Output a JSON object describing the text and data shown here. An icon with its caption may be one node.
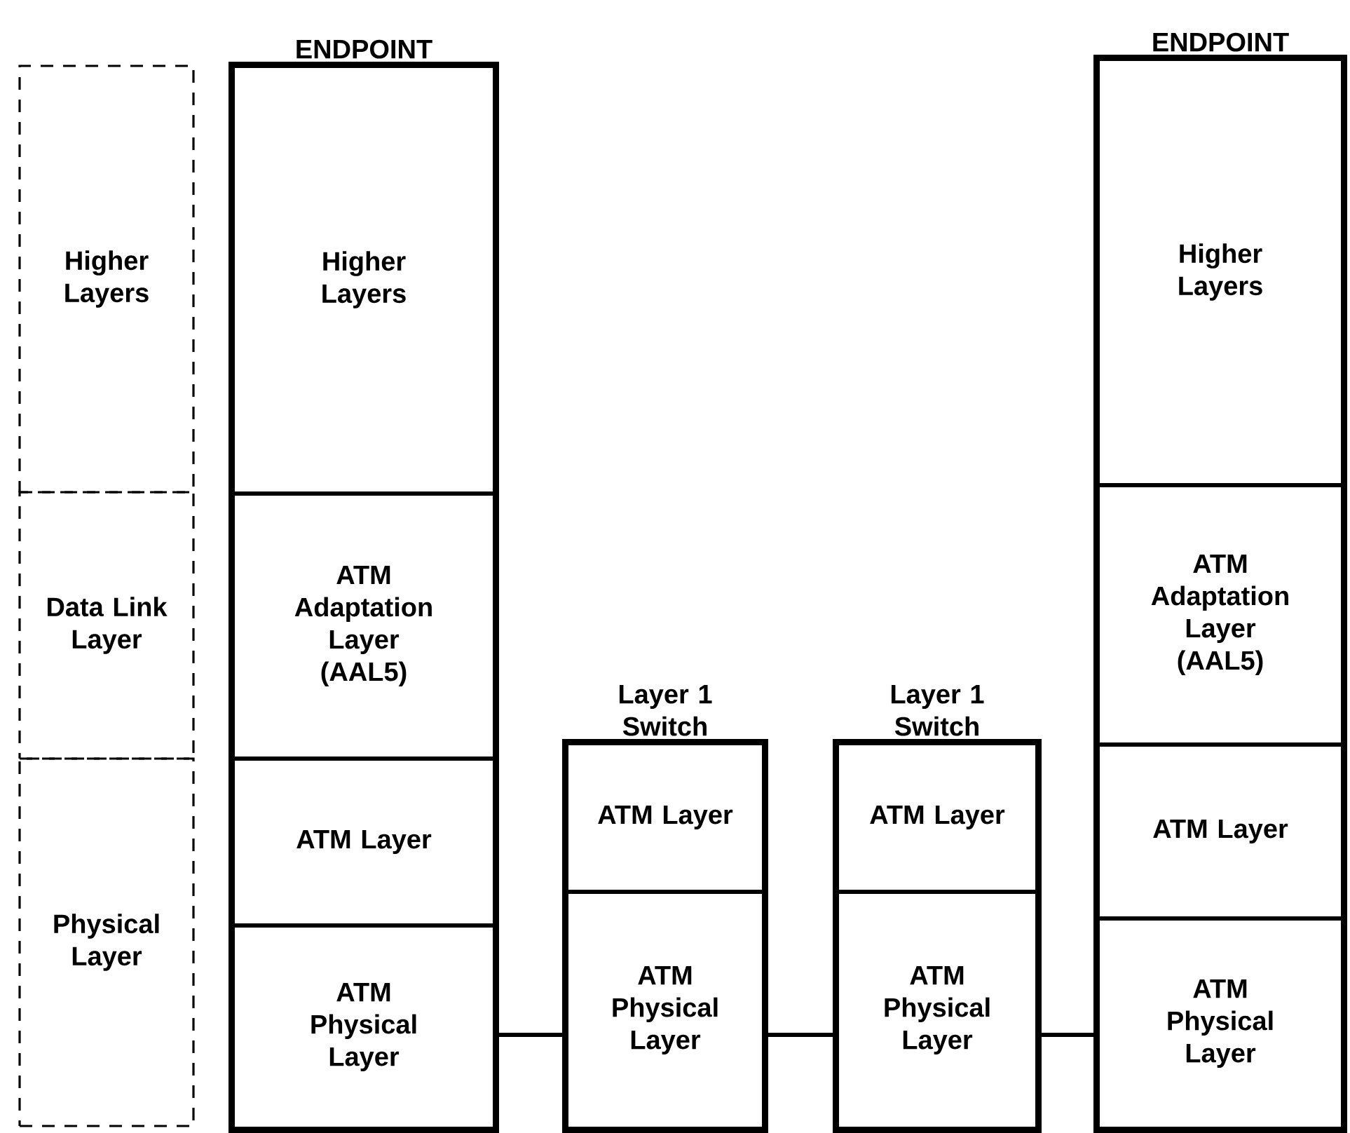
{
  "diagram": {
    "nodes": [
      {
        "text": [
          "Higher Layers"
        ]
      },
      {
        "text": [
          "Data Link Layer"
        ]
      },
      {
        "text": [
          "Physical Layer"
        ]
      },
      {
        "text": [
          "ENDPOINT"
        ]
      },
      {
        "text": [
          "Higher Layers"
        ],
        "in": 3
      },
      {
        "text": [
          "ATM Adaptation Layer (AAL5)"
        ],
        "in": 3
      },
      {
        "text": [
          "ATM Layer"
        ],
        "in": 3
      },
      {
        "text": [
          "ATM Physical Layer"
        ],
        "in": 3
      },
      {
        "text": [
          "Layer 1 Switch"
        ]
      },
      {
        "text": [
          "ATM Layer"
        ],
        "in": 8
      },
      {
        "text": [
          "ATM Physical Layer"
        ],
        "in": 8
      },
      {
        "text": [
          "Layer 1 Switch"
        ]
      },
      {
        "text": [
          "ATM Layer"
        ],
        "in": 11
      },
      {
        "text": [
          "ATM Physical Layer"
        ],
        "in": 11
      },
      {
        "text": [
          "ENDPOINT"
        ]
      },
      {
        "text": [
          "Higher Layers"
        ],
        "in": 14
      },
      {
        "text": [
          "ATM Adaptation Layer (AAL5)"
        ],
        "in": 14
      },
      {
        "text": [
          "ATM Layer"
        ],
        "in": 14
      },
      {
        "text": [
          "ATM Physical Layer"
        ],
        "in": 14
      }
    ],
    "edges": [
      {
        "from": 7,
        "to": 10,
        "arrow": "none"
      },
      {
        "from": 10,
        "to": 13,
        "arrow": "none"
      },
      {
        "from": 13,
        "to": 18,
        "arrow": "none"
      }
    ]
  }
}
